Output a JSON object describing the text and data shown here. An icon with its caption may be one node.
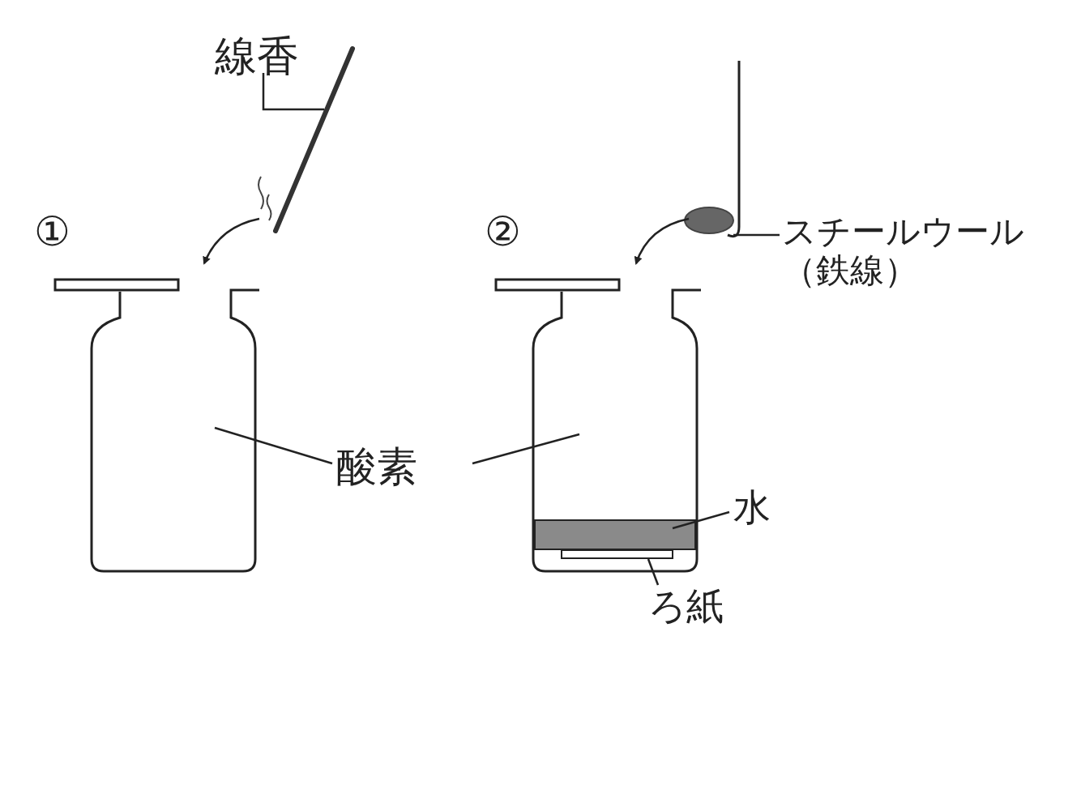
{
  "diagram": {
    "nodes": [
      {
        "text": [
          "線香"
        ]
      },
      {
        "text": [],
        "shape": "stick"
      },
      {
        "text": [],
        "shape": "bottle"
      },
      {
        "text": [
          "スチールウール（鉄線）"
        ]
      },
      {
        "text": [],
        "shape": "wool"
      },
      {
        "text": [],
        "shape": "bottle"
      },
      {
        "text": [],
        "shape": "bar",
        "in": 5
      },
      {
        "text": [],
        "shape": "bar",
        "in": 5
      },
      {
        "text": [
          "酸素"
        ]
      },
      {
        "text": [
          "水"
        ]
      },
      {
        "text": [
          "ろ紙"
        ]
      }
    ],
    "edges": [
      {
        "from": 0,
        "to": 1,
        "arrow": "none"
      },
      {
        "from": 1,
        "to": 2,
        "arrow": "to"
      },
      {
        "from": 3,
        "to": 4,
        "arrow": "none"
      },
      {
        "from": 4,
        "to": 5,
        "arrow": "to"
      },
      {
        "from": 8,
        "to": 2,
        "arrow": "none"
      },
      {
        "from": 8,
        "to": 5,
        "arrow": "none"
      },
      {
        "from": 9,
        "to": 6,
        "arrow": "none"
      },
      {
        "from": 10,
        "to": 7,
        "arrow": "none"
      }
    ],
    "labels": [
      "①",
      "②"
    ]
  }
}
